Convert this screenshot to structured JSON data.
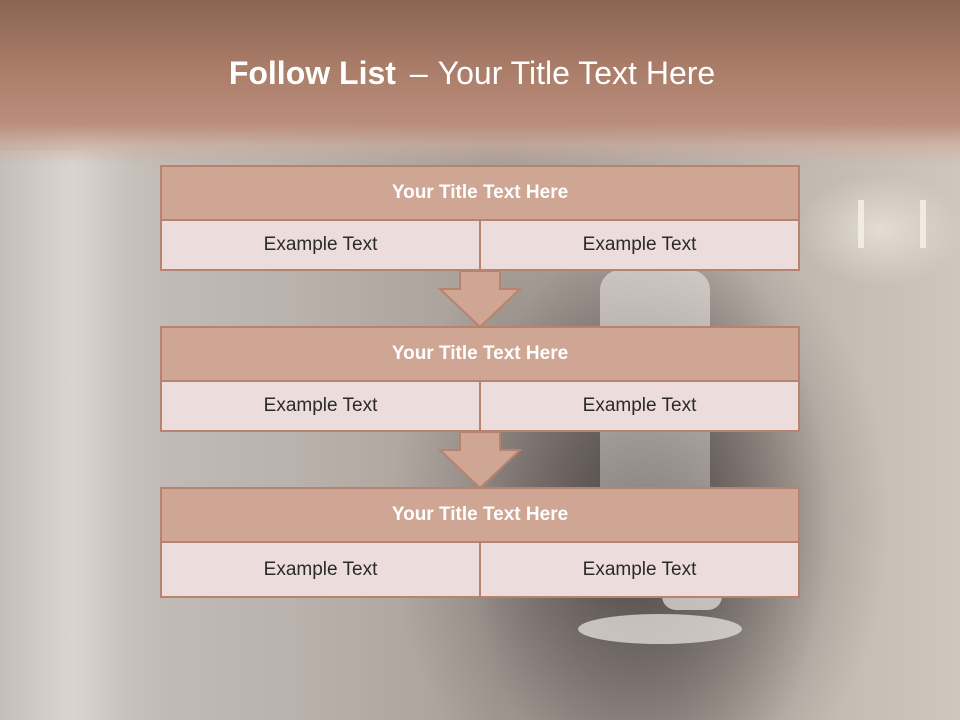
{
  "slide": {
    "title_bold": "Follow List",
    "title_dash": "–",
    "title_rest": "Your Title Text Here"
  },
  "blocks": [
    {
      "title": "Your Title Text Here",
      "left": "Example Text",
      "right": "Example Text"
    },
    {
      "title": "Your Title Text Here",
      "left": "Example Text",
      "right": "Example Text"
    },
    {
      "title": "Your Title Text Here",
      "left": "Example Text",
      "right": "Example Text"
    }
  ],
  "colors": {
    "header": "#a97c68",
    "block_head": "#cfa593",
    "block_border": "#b8836e",
    "block_cell": "#ecdddc"
  }
}
